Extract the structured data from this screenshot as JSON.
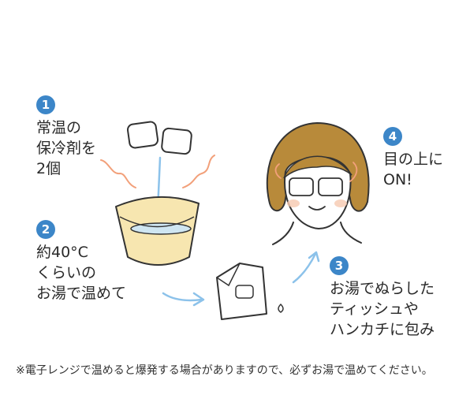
{
  "steps": [
    {
      "number": "1",
      "lines": [
        "常温の",
        "保冷剤を",
        "2個"
      ]
    },
    {
      "number": "2",
      "lines": [
        "約40°C",
        "くらいの",
        "お湯で温めて"
      ]
    },
    {
      "number": "3",
      "lines": [
        "お湯でぬらした",
        "ティッシュや",
        "ハンカチに包み"
      ]
    },
    {
      "number": "4",
      "lines": [
        "目の上に",
        "ON!"
      ]
    }
  ],
  "note": "※電子レンジで温めると爆発する場合がありますので、必ずお湯で温めてください。",
  "colors": {
    "badge": "#3c86c8",
    "arrow": "#8cc2ea",
    "steam": "#f2a07a",
    "bowl": "#f7e6b0",
    "water": "#cfe6f2",
    "hair": "#b88a3a",
    "cheek": "#f6c9b0"
  }
}
